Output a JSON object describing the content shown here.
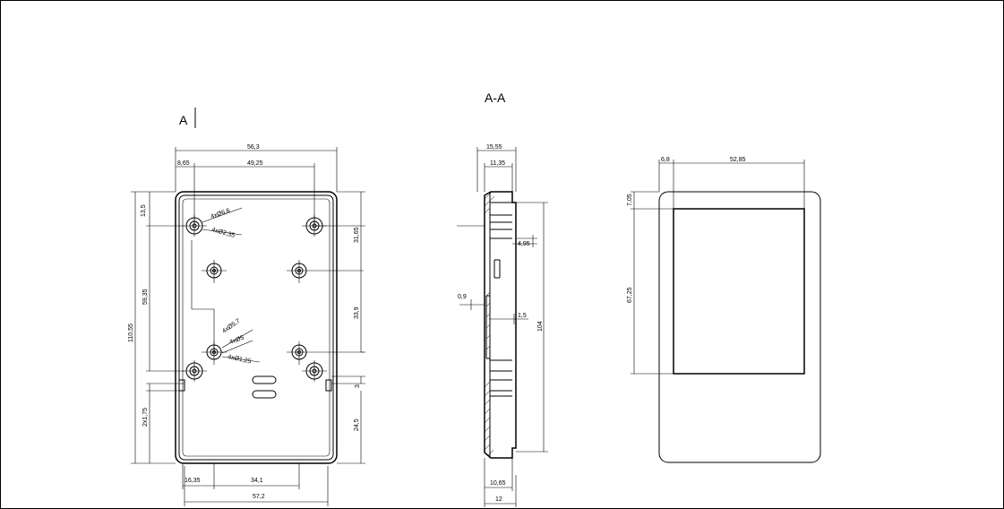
{
  "labels": {
    "view_marker": "A",
    "section_title": "A-A"
  },
  "front_view": {
    "width_overall": "56,3",
    "offset_hole": "8,65",
    "hole_spacing_x": "49,25",
    "height_overall": "110,55",
    "top_offset": "13,5",
    "hole_spacing_y": "59,35",
    "right_top": "31,65",
    "right_mid": "33,9",
    "slot_offset": "3",
    "right_bottom": "24,5",
    "slot_pair": "2x1,75",
    "bottom_left": "16,35",
    "bottom_mid": "34,1",
    "bottom_overall": "57,2",
    "hole_large": "4xØ6,6",
    "hole_large_inner": "4xØ2,35",
    "boss_outer": "4xØ5,7",
    "boss_mid": "4xØ5",
    "boss_inner": "4xØ1,25"
  },
  "section_view": {
    "depth_overall": "15,55",
    "depth_inner": "11,35",
    "step": "4,95",
    "wall": "0,9",
    "offset": "1,5",
    "height": "104",
    "bottom_inner": "10,65",
    "bottom_overall": "12"
  },
  "side_view": {
    "left_offset": "6,8",
    "window_width": "52,85",
    "top_offset": "7,05",
    "window_height": "67,25"
  }
}
